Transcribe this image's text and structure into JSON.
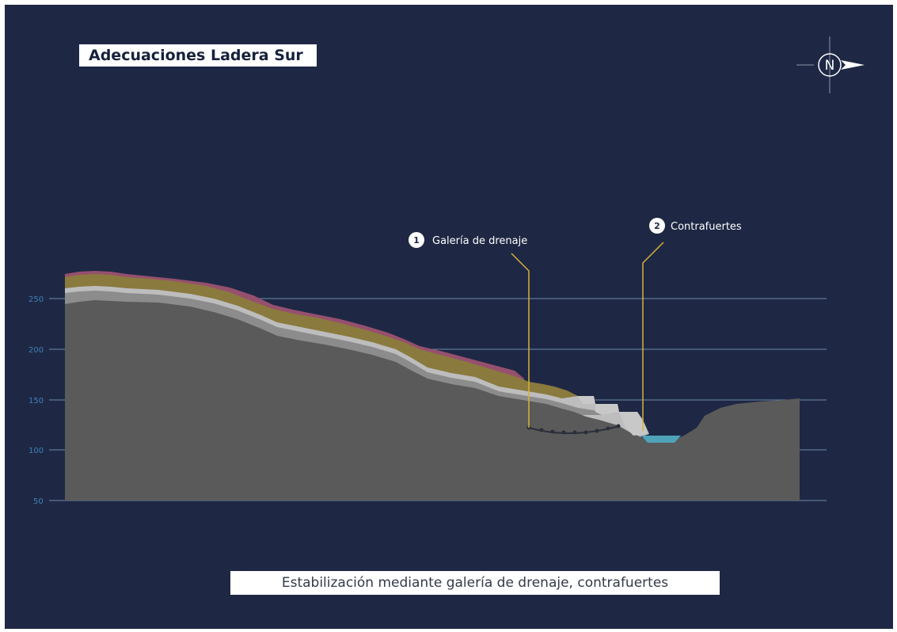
{
  "title": "Adecuaciones Ladera Sur",
  "caption": "Estabilización mediante galería de drenaje, contrafuertes",
  "north_label": "N",
  "callouts": [
    {
      "number": "1",
      "label": "Galería de drenaje"
    },
    {
      "number": "2",
      "label": "Contrafuertes"
    }
  ],
  "elevation_ticks": [
    "250",
    "200",
    "150",
    "100",
    "50"
  ],
  "colors": {
    "background": "#1e2844",
    "gridline": "#6f87a8",
    "tick_text": "#3f7fb8",
    "bedrock": "#5a5a5a",
    "light_layer": "#bdbdbd",
    "gray_layer": "#8c8c8c",
    "ochre_layer": "#8a7a3e",
    "pink_layer": "#96506e",
    "water": "#4fa3b8",
    "leader_line": "#d8b13a",
    "buttress": "#c8c8c8"
  }
}
